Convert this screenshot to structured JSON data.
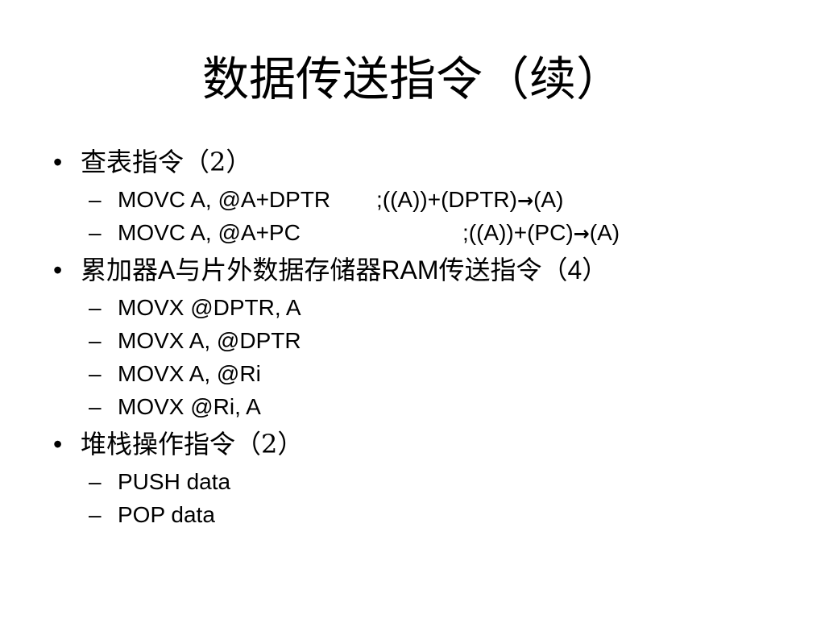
{
  "slide": {
    "title": "数据传送指令（续）",
    "sections": [
      {
        "heading": "查表指令（2）",
        "items": [
          {
            "instr": "MOVC A, @A+DPTR",
            "comment_pre": ";((A))+(DPTR)",
            "arrow": "→",
            "comment_post": "(A)"
          },
          {
            "instr": "MOVC A, @A+PC",
            "comment_pre": ";((A))+(PC)",
            "arrow": "→",
            "comment_post": "(A)"
          }
        ]
      },
      {
        "heading_parts": [
          "累加器",
          "A",
          "与片外数据存储器",
          "RAM",
          "传送指令（",
          "4",
          "）"
        ],
        "items": [
          {
            "instr": "MOVX @DPTR, A"
          },
          {
            "instr": "MOVX A, @DPTR"
          },
          {
            "instr": "MOVX A, @Ri"
          },
          {
            "instr": "MOVX @Ri, A"
          }
        ]
      },
      {
        "heading": "堆栈操作指令（2）",
        "items": [
          {
            "instr": "PUSH data"
          },
          {
            "instr": "POP data"
          }
        ]
      }
    ],
    "bullet_l1": "•",
    "bullet_l2": "–"
  }
}
